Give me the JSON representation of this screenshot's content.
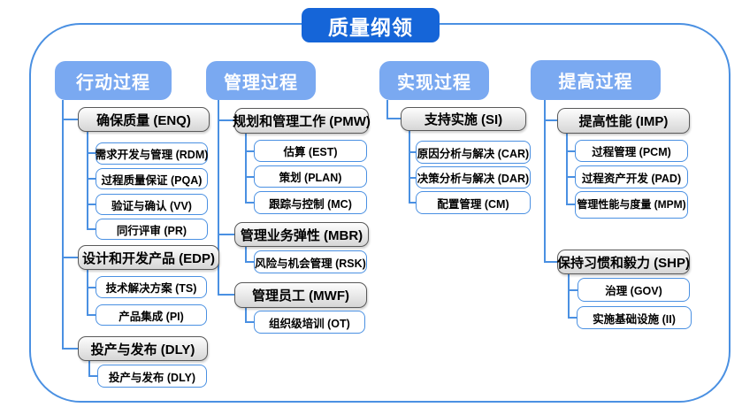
{
  "title": "质量纲领",
  "colors": {
    "title_bg": "#1565d8",
    "column_header_bg": "#7aa9f1",
    "connector_line": "#4a90e2",
    "gray_box_border": "#595959",
    "white_box_border": "#4a90e2"
  },
  "columns": [
    {
      "label": "行动过程",
      "groups": [
        {
          "label": "确保质量 (ENQ)",
          "children": [
            "需求开发与管理 (RDM)",
            "过程质量保证 (PQA)",
            "验证与确认 (VV)",
            "同行评审 (PR)"
          ]
        },
        {
          "label": "设计和开发产品 (EDP)",
          "children": [
            "技术解决方案 (TS)",
            "产品集成 (PI)"
          ]
        },
        {
          "label": "投产与发布 (DLY)",
          "children": [
            "投产与发布 (DLY)"
          ]
        }
      ]
    },
    {
      "label": "管理过程",
      "groups": [
        {
          "label": "规划和管理工作 (PMW)",
          "children": [
            "估算 (EST)",
            "策划 (PLAN)",
            "跟踪与控制 (MC)"
          ]
        },
        {
          "label": "管理业务弹性 (MBR)",
          "children": [
            "风险与机会管理 (RSK)"
          ]
        },
        {
          "label": "管理员工 (MWF)",
          "children": [
            "组织级培训 (OT)"
          ]
        }
      ]
    },
    {
      "label": "实现过程",
      "groups": [
        {
          "label": "支持实施 (SI)",
          "children": [
            "原因分析与解决 (CAR)",
            "决策分析与解决 (DAR)",
            "配置管理 (CM)"
          ]
        }
      ]
    },
    {
      "label": "提高过程",
      "groups": [
        {
          "label": "提高性能 (IMP)",
          "children": [
            "过程管理 (PCM)",
            "过程资产开发 (PAD)",
            "管理性能与度量 (MPM)"
          ]
        },
        {
          "label": "保持习惯和毅力 (SHP)",
          "children": [
            "治理 (GOV)",
            "实施基础设施 (II)"
          ]
        }
      ]
    }
  ]
}
